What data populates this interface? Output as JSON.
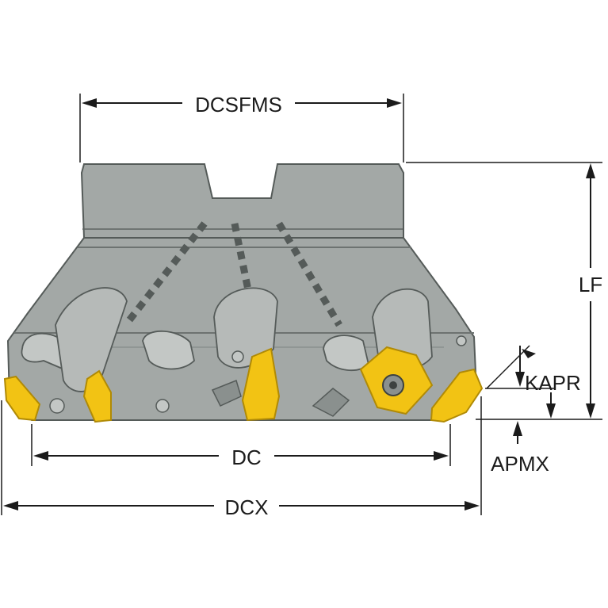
{
  "labels": {
    "dcsfms": "DCSFMS",
    "lf": "LF",
    "kapr": "KAPR",
    "dc": "DC",
    "apmx": "APMX",
    "dcx": "DCX"
  },
  "colors": {
    "body": "#a3a8a6",
    "body_dark": "#7e8482",
    "body_light": "#c3c7c5",
    "insert": "#f2c314",
    "insert_dark": "#b08a06",
    "line": "#1b1b1b",
    "background": "#ffffff"
  }
}
